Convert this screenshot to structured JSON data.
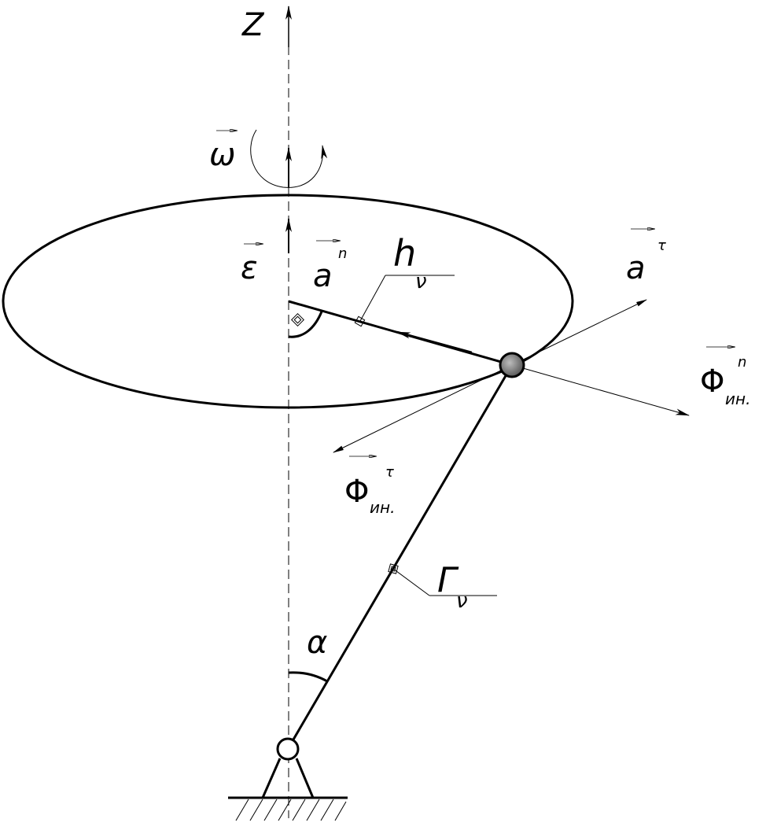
{
  "labels": {
    "axis_z": "Z",
    "omega": "ω",
    "epsilon": "ε",
    "a_normal": "a",
    "a_normal_sup": "n",
    "a_tau": "a",
    "a_tau_sup": "τ",
    "h": "h",
    "h_sub": "ν",
    "phi_n": "Φ",
    "phi_n_sup": "n",
    "phi_n_sub": "ин.",
    "phi_tau": "Φ",
    "phi_tau_sup": "τ",
    "phi_tau_sub": "ин.",
    "gamma": "Γ",
    "gamma_sub": "ν",
    "alpha": "α"
  },
  "icons": [
    "vector-arrow-icon",
    "rotation-arrow-icon",
    "pivot-support-icon",
    "ball-mass-icon",
    "hatch-ground-icon"
  ]
}
